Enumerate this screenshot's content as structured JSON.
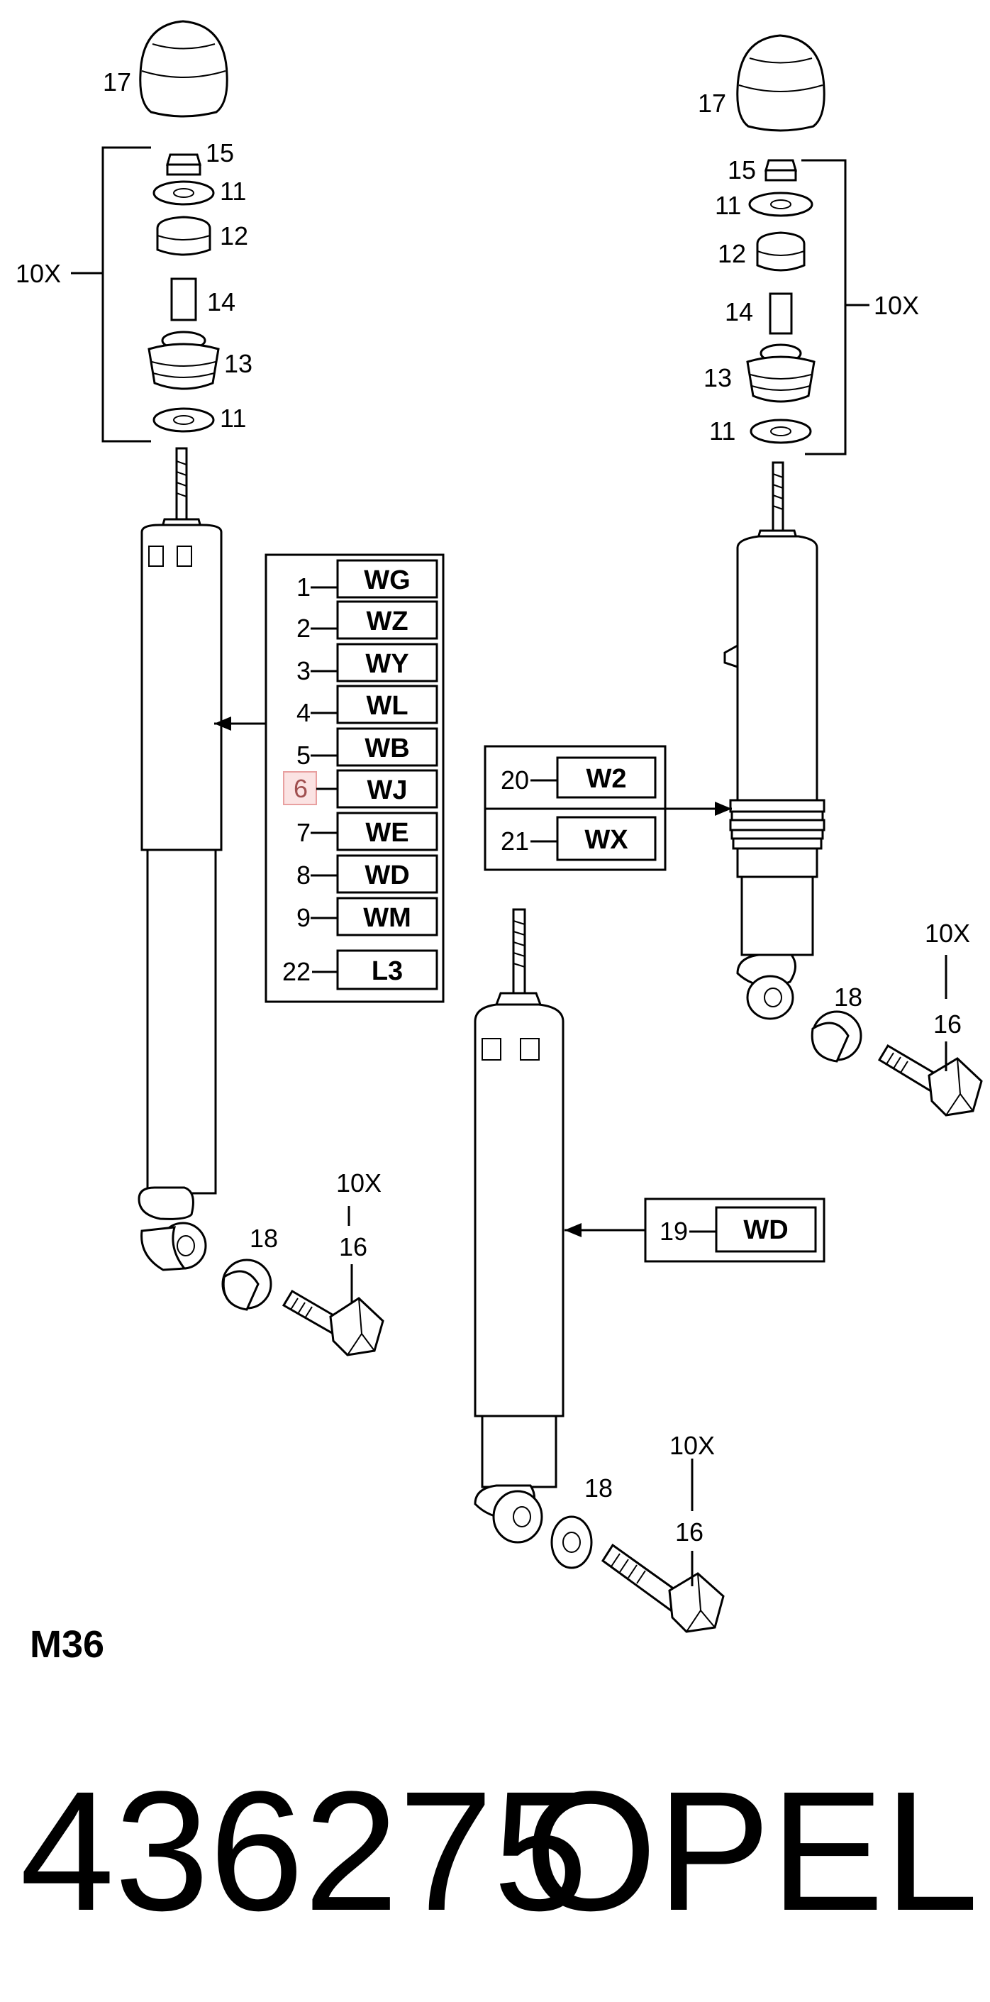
{
  "callouts": {
    "n17": "17",
    "n15": "15",
    "n11": "11",
    "n12": "12",
    "n14": "14",
    "n13": "13",
    "n10x": "10X",
    "n16": "16",
    "n18": "18"
  },
  "left_table": [
    {
      "num": "1",
      "code": "WG"
    },
    {
      "num": "2",
      "code": "WZ"
    },
    {
      "num": "3",
      "code": "WY"
    },
    {
      "num": "4",
      "code": "WL"
    },
    {
      "num": "5",
      "code": "WB"
    },
    {
      "num": "6",
      "code": "WJ",
      "highlighted": true
    },
    {
      "num": "7",
      "code": "WE"
    },
    {
      "num": "8",
      "code": "WD"
    },
    {
      "num": "9",
      "code": "WM"
    },
    {
      "num": "22",
      "code": "L3"
    }
  ],
  "right_table": [
    {
      "num": "20",
      "code": "W2"
    },
    {
      "num": "21",
      "code": "WX"
    }
  ],
  "center_table": [
    {
      "num": "19",
      "code": "WD"
    }
  ],
  "highlight_color": "#e8a0a0",
  "figure_code": "M36",
  "part_number": "436275",
  "brand": "OPEL"
}
